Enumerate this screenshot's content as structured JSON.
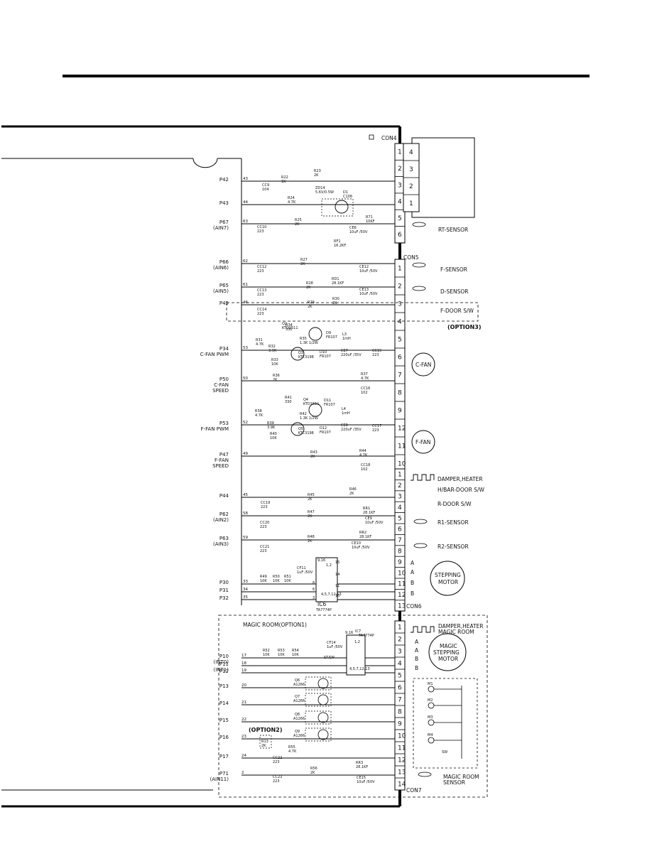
{
  "connectors": {
    "con4": {
      "name": "CON4",
      "pins": [
        "1",
        "2",
        "3",
        "4",
        "5",
        "6"
      ],
      "mate_pins": [
        "4",
        "3",
        "2",
        "1"
      ]
    },
    "con5": {
      "name": "CON5",
      "pins": [
        "1",
        "2",
        "3",
        "4",
        "5",
        "6",
        "7",
        "8",
        "9",
        "12",
        "11",
        "10"
      ]
    },
    "con6": {
      "name": "CON6",
      "pins": [
        "1",
        "2",
        "3",
        "4",
        "5",
        "6",
        "7",
        "8",
        "9",
        "10",
        "11",
        "12",
        "13"
      ]
    },
    "con7": {
      "name": "CON7",
      "pins": [
        "1",
        "2",
        "3",
        "4",
        "5",
        "6",
        "7",
        "8",
        "9",
        "10",
        "11",
        "12",
        "13",
        "14"
      ]
    }
  },
  "ports": [
    {
      "name": "P42",
      "pin": "43"
    },
    {
      "name": "P43",
      "pin": "44"
    },
    {
      "name": "P67",
      "sub": "(AIN7)",
      "pin": "63"
    },
    {
      "name": "P66",
      "sub": "(AIN6)",
      "pin": "62"
    },
    {
      "name": "P65",
      "sub": "(AIN5)",
      "pin": "61"
    },
    {
      "name": "P45",
      "pin": "46"
    },
    {
      "name": "P34",
      "sub": "C-FAN PWM",
      "pin": "53"
    },
    {
      "name": "P50",
      "sub": "C-FAN",
      "sub2": "SPEED",
      "pin": "50"
    },
    {
      "name": "P53",
      "sub": "F-FAN PWM",
      "pin": "52"
    },
    {
      "name": "P47",
      "sub": "F-FAN",
      "sub2": "SPEED",
      "pin": "49"
    },
    {
      "name": "P44",
      "pin": "45"
    },
    {
      "name": "P62",
      "sub": "(AIN2)",
      "pin": "58"
    },
    {
      "name": "P63",
      "sub": "(AIN3)",
      "pin": "59"
    },
    {
      "name": "P30",
      "pin": "33"
    },
    {
      "name": "P31",
      "pin": "34"
    },
    {
      "name": "P32",
      "pin": "35"
    },
    {
      "name": "P10",
      "sub": "(INT0)",
      "pin": "17"
    },
    {
      "name": "P11",
      "sub": "(INT1)",
      "pin": "18"
    },
    {
      "name": "P12",
      "pin": "19"
    },
    {
      "name": "P13",
      "pin": "20"
    },
    {
      "name": "P14",
      "pin": "21"
    },
    {
      "name": "P15",
      "pin": "22"
    },
    {
      "name": "P16",
      "pin": "23"
    },
    {
      "name": "P17",
      "pin": "24"
    },
    {
      "name": "P71",
      "sub": "(AIN11)",
      "pin": "2"
    }
  ],
  "labels": {
    "rt_sensor": "RT-SENSOR",
    "f_sensor": "F-SENSOR",
    "d_sensor": "D-SENSOR",
    "f_door": "F-DOOR S/W",
    "option3": "(OPTION3)",
    "c_fan": "C-FAN",
    "f_fan": "F-FAN",
    "damper_heater": "DAMPER,HEATER",
    "hbar_door": "H/BAR-DOOR S/W",
    "r_door": "R-DOOR S/W",
    "r1_sensor": "R1-SENSOR",
    "r2_sensor": "R2-SENSOR",
    "stepping_motor_1": "STEPPING",
    "stepping_motor_2": "MOTOR",
    "magic_room": "MAGIC  ROOM(OPTION1)",
    "option2": "(OPTION2)",
    "damper_heater_mr_1": "DAMPER,HEATER",
    "damper_heater_mr_2": "MAGIC ROOM",
    "magic_stepping_1": "MAGIC",
    "magic_stepping_2": "STEPPING",
    "magic_stepping_3": "MOTOR",
    "magic_room_sensor_1": "MAGIC ROOM",
    "magic_room_sensor_2": "SENSOR",
    "ic6": "IC6",
    "ic6_part": "TA7774P",
    "ic7": "IC7",
    "ic7_part": "TA7774P",
    "phase_a": "A",
    "phase_abar": "A",
    "phase_bbar": "B",
    "phase_b": "B"
  },
  "components": {
    "r22": "R22",
    "r22v": "1K",
    "r23": "R23",
    "r23v": "2K",
    "zd14": "ZD14",
    "zd14v": "5.6V/0.5W",
    "cc9": "CC9",
    "cc9v": "104",
    "r24": "R24",
    "r24v": "4.7K",
    "d1": "D1",
    "d1v": "C106",
    "r25": "R25",
    "r25v": "2K",
    "cc10": "CC10",
    "cc10v": "223",
    "r71": "R71",
    "r71v": "10KF",
    "ce6": "CE6",
    "ce6v": "10uF /50V",
    "rf1": "RF1",
    "rf1v": "16.2KF",
    "r27": "R27",
    "r27v": "2K",
    "cc12": "CC12",
    "cc12v": "223",
    "ce12": "CE12",
    "ce12v": "10uF /50V",
    "r28": "R28",
    "r28v": "2K",
    "rd1": "RD1",
    "rd1v": "28.1KF",
    "cc13": "CC13",
    "cc13v": "223",
    "ce13": "CE13",
    "ce13v": "10uF /50V",
    "r29": "R29",
    "r29v": "2K",
    "r30": "R30",
    "r30v": "2K",
    "cc14": "CC14",
    "cc14v": "223",
    "q2": "Q2",
    "q2v": "KTD1511",
    "r34": "R34",
    "r34v": "330",
    "r35": "R35",
    "r35v": "1.3K 1/2W",
    "d9": "D9",
    "d9v": "FR107",
    "l3": "L3",
    "l3v": "1mH",
    "r31": "R31",
    "r31v": "4.7K",
    "r32": "R32",
    "r32v": "3.9K",
    "q3": "Q3",
    "q3v": "KTC3198",
    "d10": "D10",
    "d10v": "FR107",
    "ce7": "CE7",
    "ce7v": "220uF /35V",
    "cc15": "CC15",
    "cc15v": "223",
    "r33": "R33",
    "r33v": "10K",
    "r37": "R37",
    "r37v": "4.7K",
    "r36": "R36",
    "r36v": "2K",
    "cc16": "CC16",
    "cc16v": "102",
    "r41": "R41",
    "r41v": "330",
    "q4": "Q4",
    "q4v": "KTD1511",
    "d11": "D11",
    "d11v": "FR107",
    "l4": "L4",
    "l4v": "1mH",
    "r38": "R38",
    "r38v": "4.7K",
    "r39": "R39",
    "r39v": "3.9K",
    "r42": "R42",
    "r42v": "1.3K 1/2W",
    "q5": "Q5",
    "q5v": "KTC3198",
    "d12": "D12",
    "d12v": "FR107",
    "ce8": "CE8",
    "ce8v": "220uF /35V",
    "cc17": "CC17",
    "cc17v": "223",
    "r40": "R40",
    "r40v": "10K",
    "r43": "R43",
    "r43v": "2K",
    "r44": "R44",
    "r44v": "4.7K",
    "cc18": "CC18",
    "cc18v": "102",
    "r45": "R45",
    "r45v": "2K",
    "r46": "R46",
    "r46v": "2K",
    "cc19": "CC19",
    "cc19v": "223",
    "r47": "R47",
    "r47v": "2K",
    "rr1": "RR1",
    "rr1v": "28.1KF",
    "ce9": "CE9",
    "ce9v": "10uF /50V",
    "cc20": "CC20",
    "cc20v": "223",
    "r48": "R48",
    "r48v": "2K",
    "rr2": "RR2",
    "rr2v": "28.1KF",
    "ce10": "CE10",
    "ce10v": "10uF /50V",
    "cc21": "CC21",
    "cc21v": "223",
    "r49": "R49",
    "r49v": "10K",
    "r50": "R50",
    "r50v": "10K",
    "r51": "R51",
    "r51v": "10K",
    "cf11": "CF11",
    "cf11v": "1uF /50V",
    "r52": "R52",
    "r52v": "10K",
    "r53": "R53",
    "r53v": "10K",
    "r54": "R54",
    "r54v": "10K",
    "cf14": "CF14",
    "cf14v": "1uF /50V",
    "q6": "Q6",
    "q6v": "A1266",
    "q7": "Q7",
    "q7v": "A1266",
    "q8": "Q8",
    "q8v": "A1266",
    "q9": "Q9",
    "q9v": "A1266",
    "r13": "R13",
    "r13v": "2K",
    "r55": "R55",
    "r55v": "4.7K",
    "cc22": "CC22",
    "cc22v": "223",
    "r56": "R56",
    "r56v": "2K",
    "rr3": "RR3",
    "rr3v": "28.1KF",
    "cc23": "CC23",
    "cc23v": "223",
    "ce15": "CE15",
    "ce15v": "10uF /50V",
    "m1": "M1",
    "m2": "M2",
    "m3": "M3",
    "m4": "M4",
    "sw": "SW"
  },
  "ic_pins": {
    "ic6_vcc": "9,16",
    "ic6_in": "1,2",
    "ic6_gnd": "4,5,7,12,13",
    "ic6_p15": "15",
    "ic6_p14": "14",
    "ic6_p11": "11",
    "ic6_p10": "10",
    "ic6_p8": "8",
    "ic6_p6": "6",
    "ic6_p3": "3",
    "ic7_vcc": "9,16",
    "ic7_in": "1,2",
    "ic7_gnd": "4,5,7,12,13",
    "st_dp": "ST/DP"
  }
}
